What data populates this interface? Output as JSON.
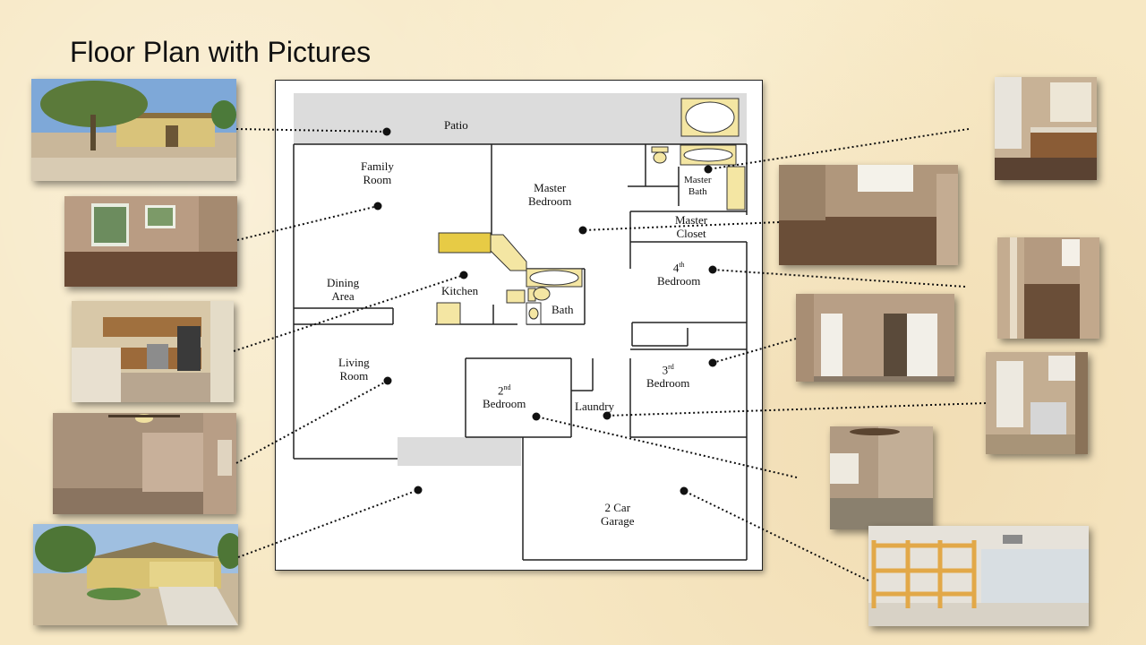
{
  "title": "Floor Plan with Pictures",
  "rooms": {
    "patio": "Patio",
    "family_room": "Family\nRoom",
    "master_bedroom": "Master\nBedroom",
    "master_bath": "Master\nBath",
    "master_closet": "Master\nCloset",
    "fourth_bedroom_num": "4",
    "fourth_bedroom_sup": "th",
    "fourth_bedroom_word": "Bedroom",
    "dining_area": "Dining\nArea",
    "kitchen": "Kitchen",
    "bath": "Bath",
    "living_room": "Living\nRoom",
    "second_bedroom_num": "2",
    "second_bedroom_sup": "nd",
    "second_bedroom_word": "Bedroom",
    "laundry": "Laundry",
    "third_bedroom_num": "3",
    "third_bedroom_sup": "rd",
    "third_bedroom_word": "Bedroom",
    "garage": "2 Car\nGarage"
  },
  "colors": {
    "fixture_yellow": "#f4e6a3",
    "fixture_gold": "#e7cb45",
    "patio_gray": "#dcdcdc",
    "background": "#f7e8c4"
  }
}
